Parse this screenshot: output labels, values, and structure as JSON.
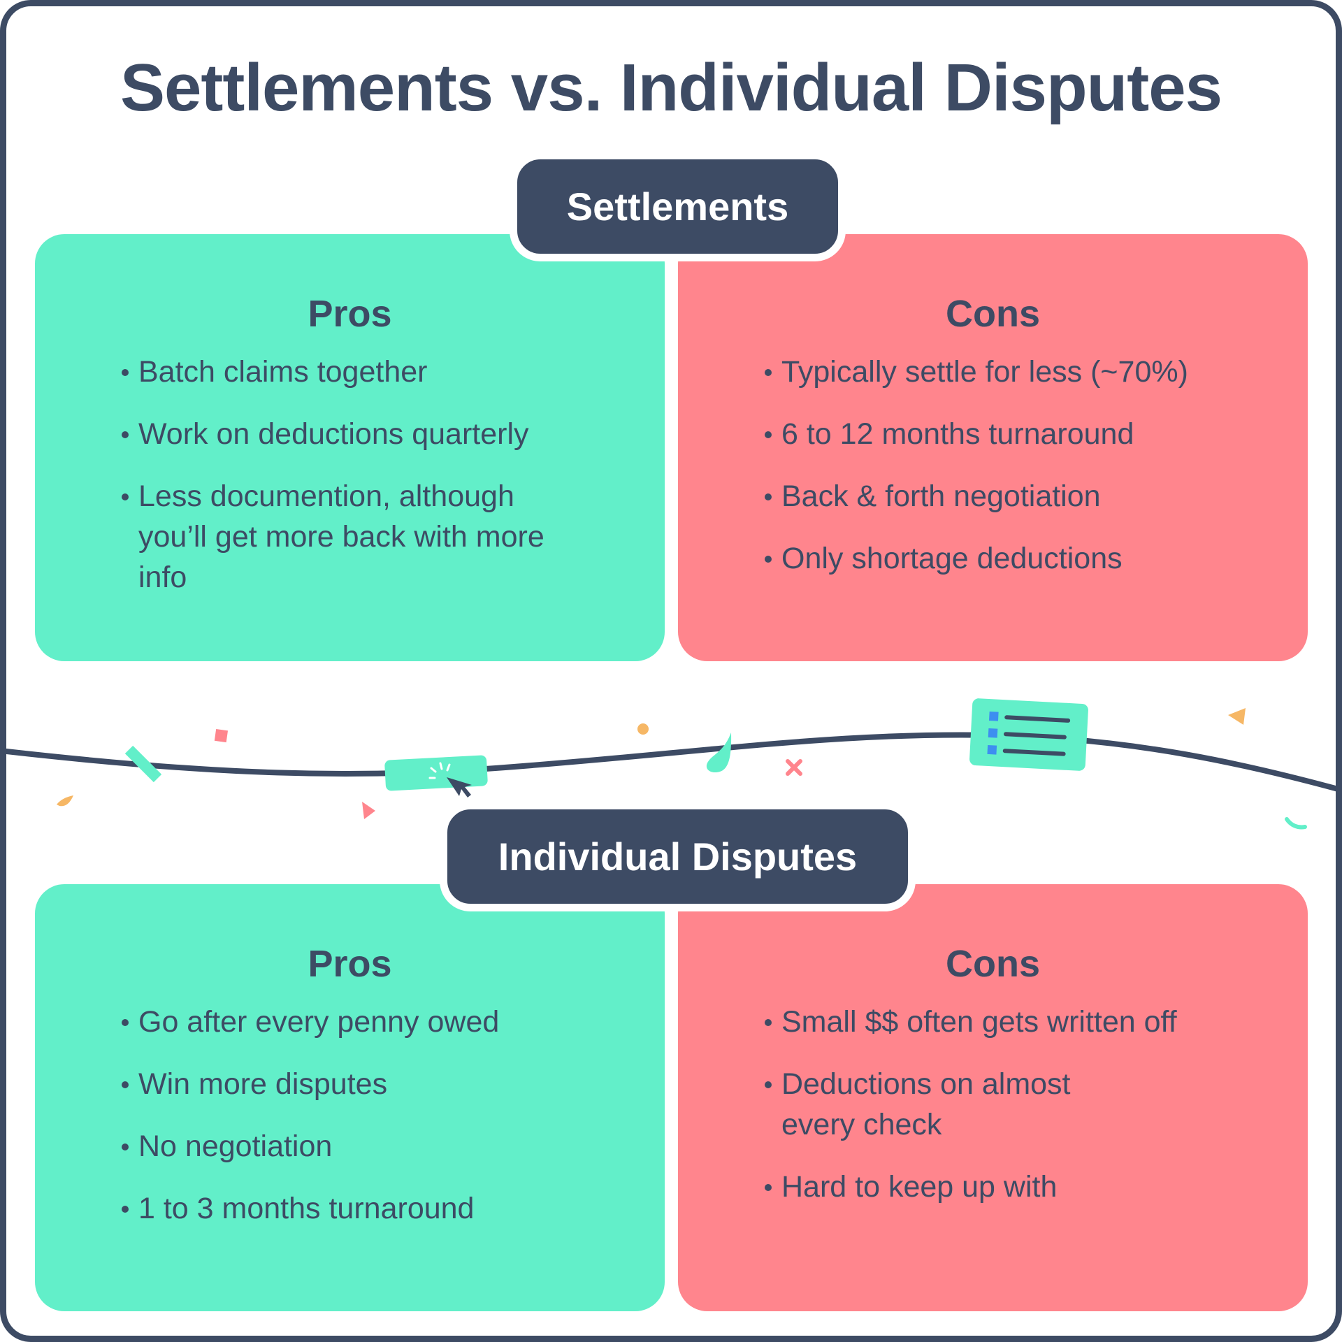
{
  "title": "Settlements vs. Individual Disputes",
  "sections": {
    "settlements": {
      "label": "Settlements",
      "pros": {
        "heading": "Pros",
        "items": [
          "Batch claims together",
          "Work on deductions quarterly",
          "Less documention, although you’ll get more back with more info"
        ]
      },
      "cons": {
        "heading": "Cons",
        "items": [
          "Typically settle for less (~70%)",
          "6 to 12 months turnaround",
          "Back & forth negotiation",
          "Only shortage deductions"
        ]
      }
    },
    "individual": {
      "label": "Individual Disputes",
      "pros": {
        "heading": "Pros",
        "items": [
          "Go after every penny owed",
          "Win more disputes",
          "No negotiation",
          "1 to 3 months turnaround"
        ]
      },
      "cons": {
        "heading": "Cons",
        "items": [
          "Small $$ often gets written off",
          "Deductions on almost every check",
          "Hard to keep up with"
        ]
      }
    }
  },
  "colors": {
    "navy": "#3d4b64",
    "pros_green": "#62efc9",
    "cons_red": "#ff858d",
    "accent_orange": "#f6b765",
    "accent_blue": "#3d8ff0"
  },
  "icons": [
    "cursor-click-icon",
    "list-document-icon",
    "confetti-icon"
  ]
}
